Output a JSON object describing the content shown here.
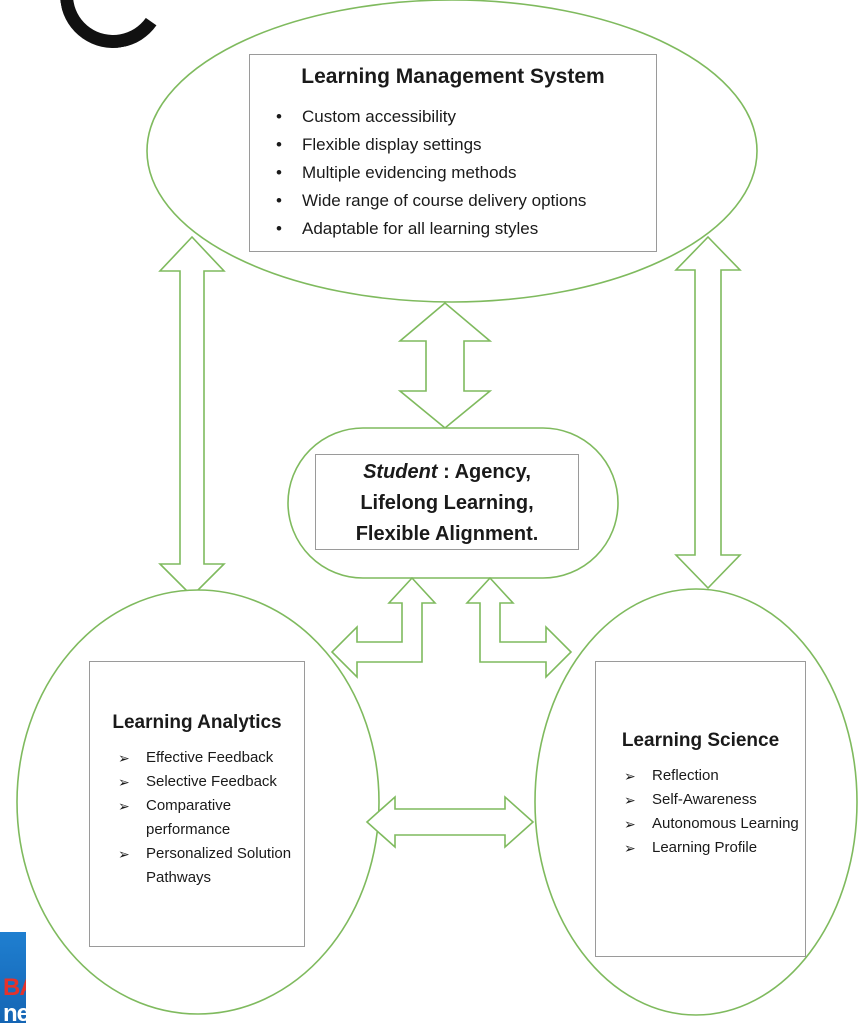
{
  "lms": {
    "title": "Learning Management System",
    "items": [
      "Custom accessibility",
      "Flexible display settings",
      "Multiple evidencing methods",
      "Wide range of course delivery options",
      "Adaptable for all learning styles"
    ]
  },
  "student": {
    "label": "Student",
    "line1_rest": " : Agency,",
    "line2": "Lifelong Learning,",
    "line3": "Flexible Alignment."
  },
  "learning_analytics": {
    "title": "Learning Analytics",
    "items": [
      "Effective Feedback",
      "Selective Feedback",
      "Comparative performance",
      "Personalized Solution Pathways"
    ]
  },
  "learning_science": {
    "title": "Learning Science",
    "items": [
      "Reflection",
      "Self-Awareness",
      "Autonomous Learning",
      "Learning Profile"
    ]
  },
  "logo": {
    "text": "BA",
    "text2": "ne"
  },
  "colors": {
    "outline": "#7fba5e",
    "box_border": "#9a9a9a",
    "text": "#1a1a1a"
  }
}
